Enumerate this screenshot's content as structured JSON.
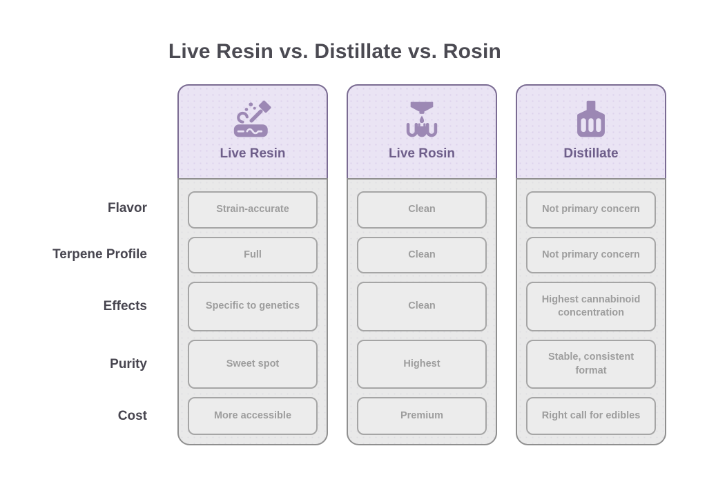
{
  "title": "Live Resin vs. Distillate vs. Rosin",
  "row_labels": [
    "Flavor",
    "Terpene Profile",
    "Effects",
    "Purity",
    "Cost"
  ],
  "columns": [
    {
      "name": "Live Resin",
      "icon": "dab-tool-resin-icon",
      "cells": [
        "Strain-accurate",
        "Full",
        "Specific to genetics",
        "Sweet spot",
        "More accessible"
      ]
    },
    {
      "name": "Live Rosin",
      "icon": "rosin-press-icon",
      "cells": [
        "Clean",
        "Clean",
        "Clean",
        "Highest",
        "Premium"
      ]
    },
    {
      "name": "Distillate",
      "icon": "distillation-flask-icon",
      "cells": [
        "Not primary concern",
        "Not primary concern",
        "Highest cannabinoid concentration",
        "Stable, consistent format",
        "Right call for edibles"
      ]
    }
  ],
  "colors": {
    "title_text": "#4b4a52",
    "row_label_text": "#47454f",
    "header_fill": "#eae4f4",
    "header_border": "#7a6b92",
    "header_text": "#6e5e8a",
    "icon_purple": "#9c88b4",
    "body_fill": "#e9e9e9",
    "body_border": "#8f8f8f",
    "cell_fill": "#ececec",
    "cell_border": "#a5a5a5",
    "cell_text": "#9d9d9d",
    "page_background": "#ffffff"
  }
}
